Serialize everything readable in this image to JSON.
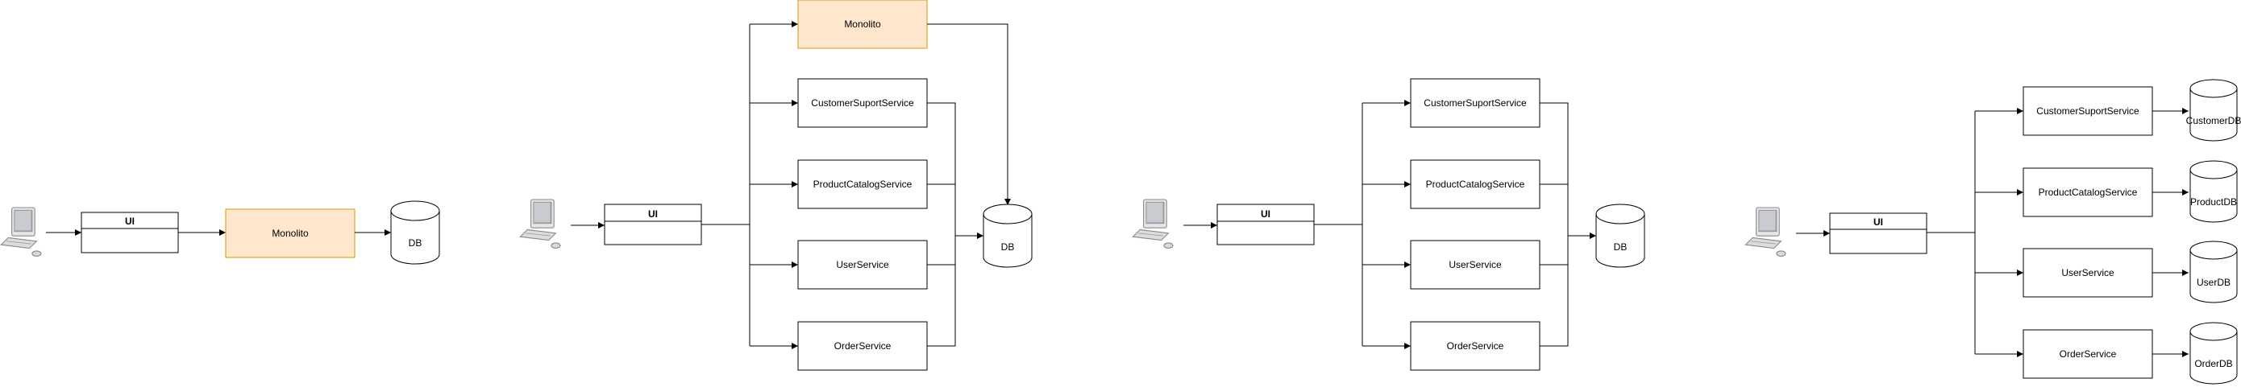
{
  "labels": {
    "ui": "UI",
    "monolith": "Monolito",
    "db": "DB",
    "customer_service": "CustomerSuportService",
    "product_service": "ProductCatalogService",
    "user_service": "UserService",
    "order_service": "OrderService",
    "customer_db": "CustomerDB",
    "product_db": "ProductDB",
    "user_db": "UserDB",
    "order_db": "OrderDB"
  },
  "colors": {
    "highlight_fill": "#ffe6cc",
    "highlight_stroke": "#d79b00",
    "stroke": "#000000"
  },
  "icons": {
    "client": "computer-icon"
  }
}
